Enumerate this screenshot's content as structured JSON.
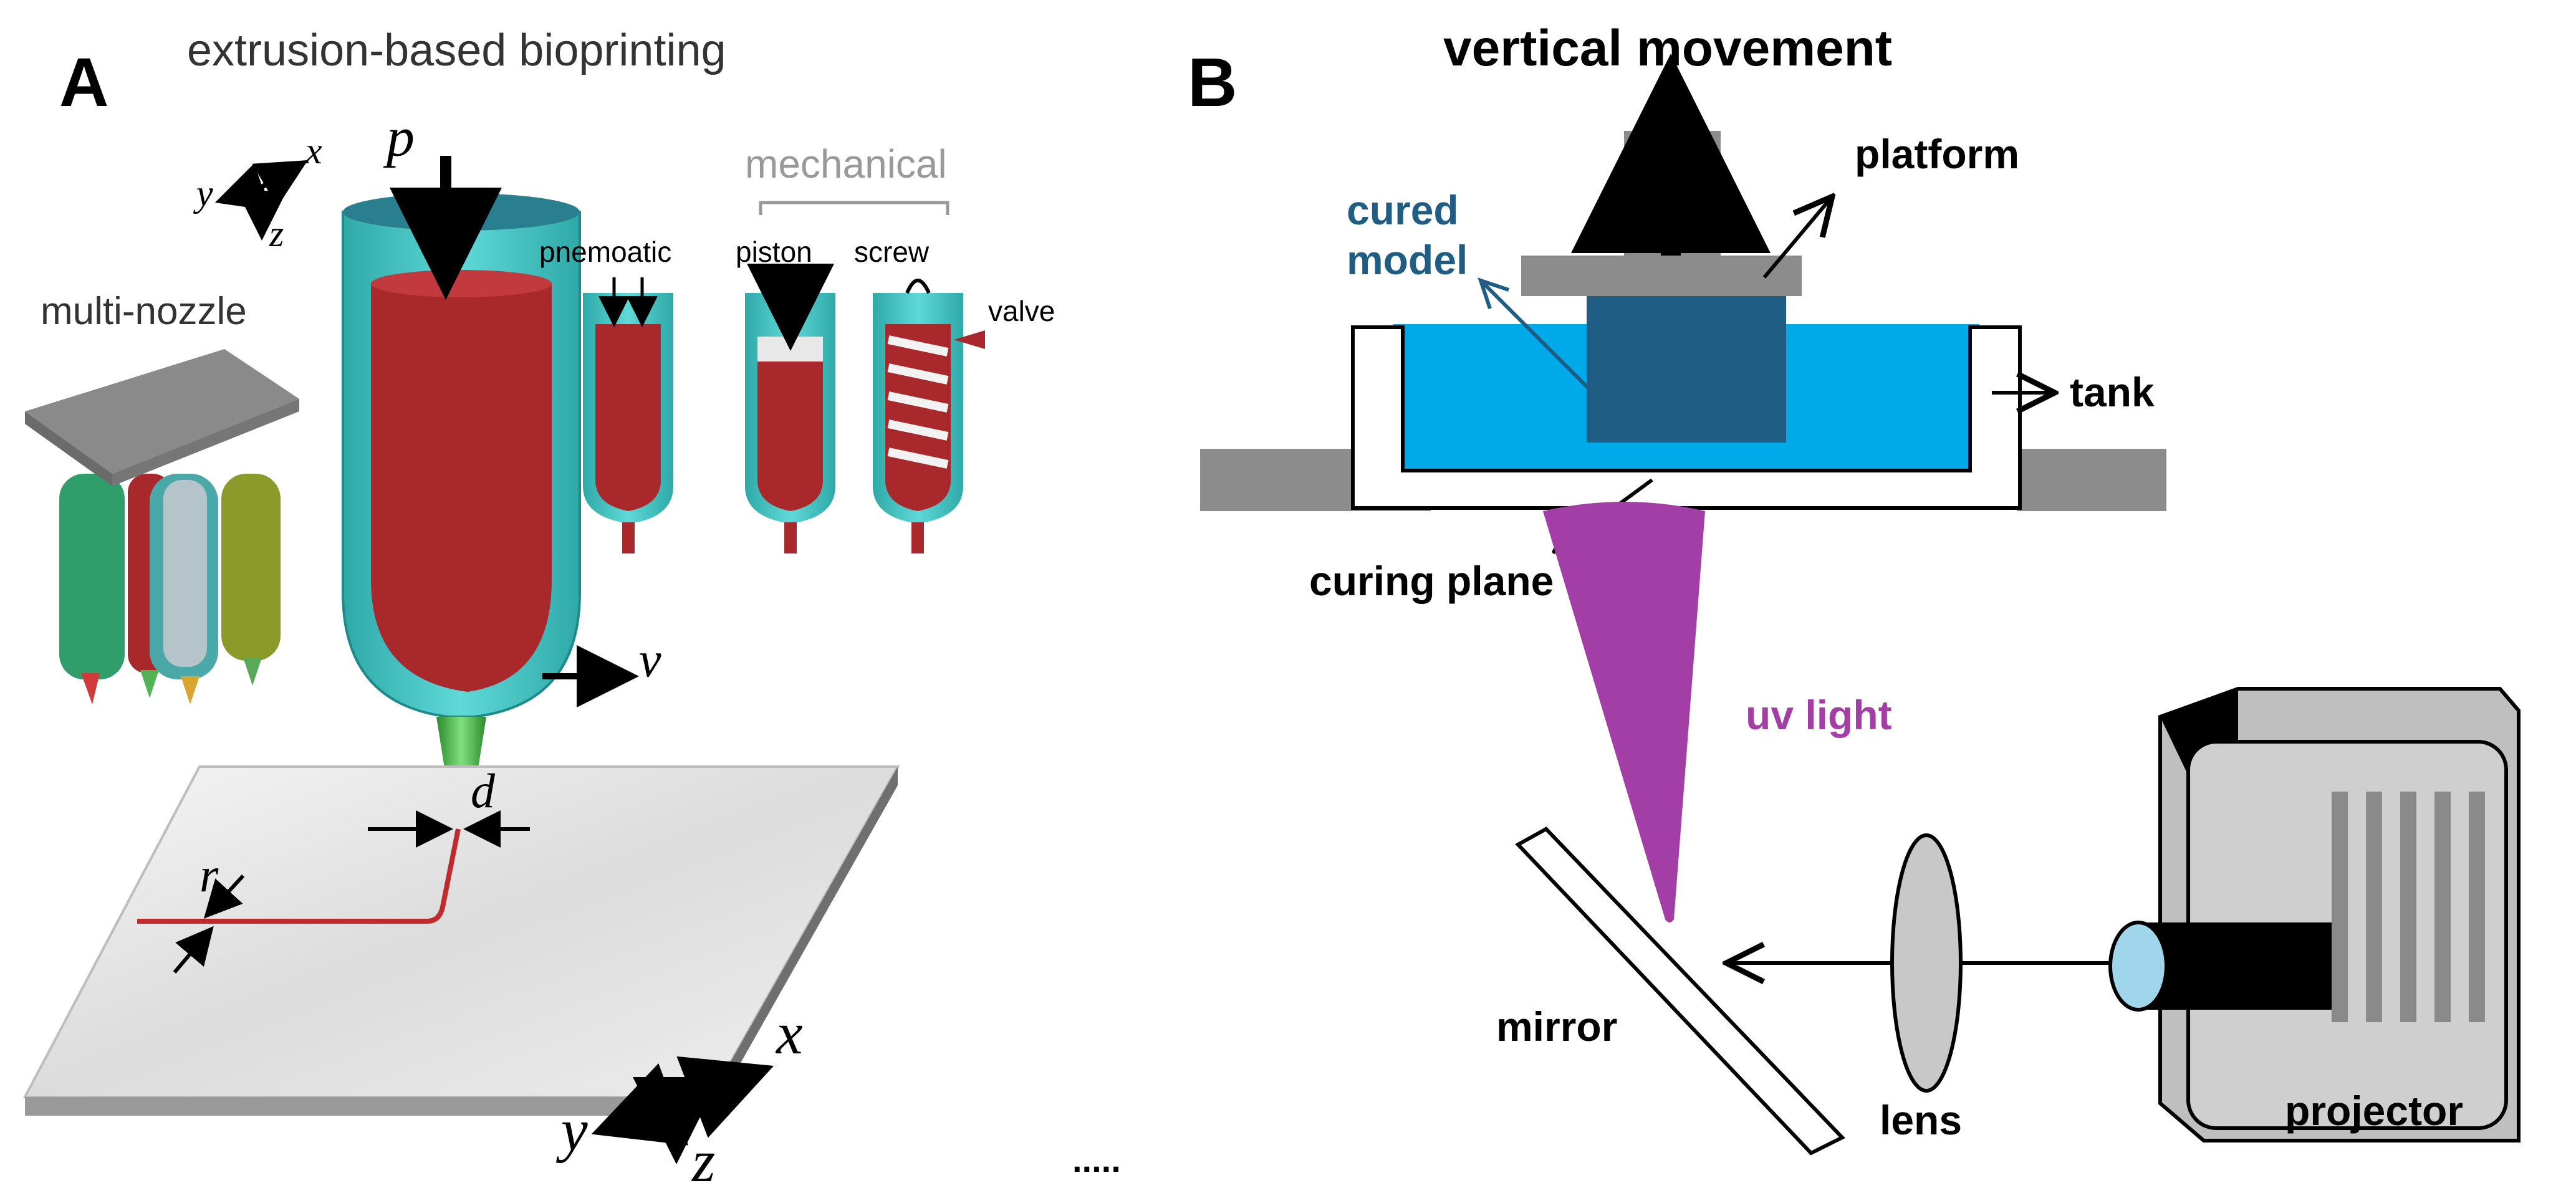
{
  "panel_a": {
    "panel_letter": "A",
    "title": "extrusion-based bioprinting",
    "multi_nozzle_label": "multi-nozzle",
    "mechanical_label": "mechanical",
    "pneumatic_label": "pnemoatic",
    "piston_label": "piston",
    "screw_label": "screw",
    "valve_label": "valve",
    "symbols": {
      "p": "p",
      "v": "v",
      "d": "d",
      "r": "r",
      "axis_x": "x",
      "axis_y": "y",
      "axis_z": "z"
    },
    "ellipsis": "....."
  },
  "panel_b": {
    "panel_letter": "B",
    "vertical_movement_label": "vertical movement",
    "platform_label": "platform",
    "cured_model_label_line1": "cured",
    "cured_model_label_line2": "model",
    "tank_label": "tank",
    "curing_plane_label": "curing plane",
    "uv_light_label": "uv light",
    "mirror_label": "mirror",
    "lens_label": "lens",
    "projector_label": "projector"
  },
  "colors": {
    "bioink_red": "#a8282b",
    "cartridge_teal": "#3fbfbf",
    "resin_blue": "#00a9e8",
    "cured_model_blue": "#1f5d84",
    "uv_purple": "#a23ea6",
    "platform_gray": "#8c8c8c",
    "cured_model_text": "#1f5d84",
    "uv_text": "#a23ea6"
  }
}
